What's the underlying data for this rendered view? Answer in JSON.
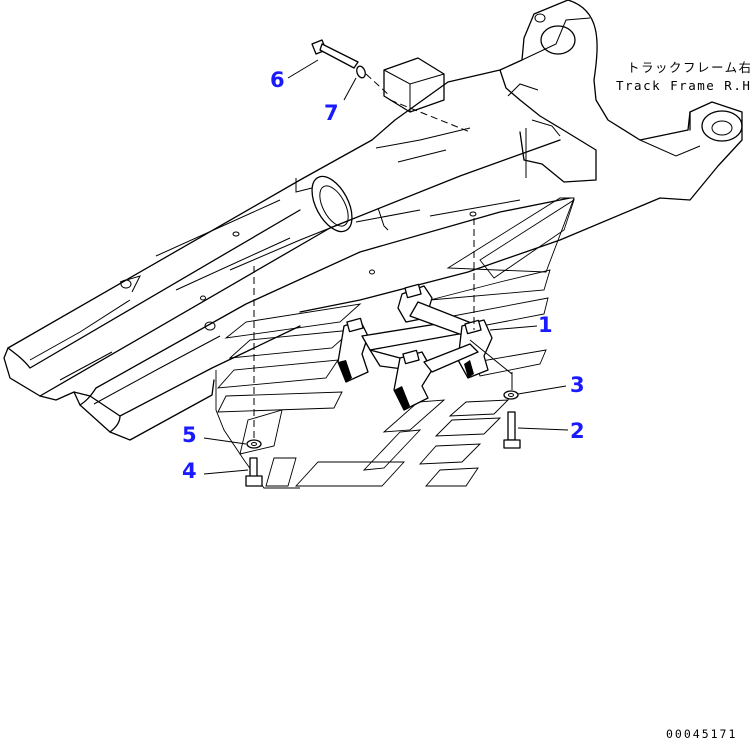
{
  "diagram": {
    "frame_note": {
      "line1": "トラックフレーム右",
      "line2": "Track Frame R.H."
    },
    "parts": [
      {
        "id": "part-1",
        "label": "1"
      },
      {
        "id": "part-2",
        "label": "2"
      },
      {
        "id": "part-3",
        "label": "3"
      },
      {
        "id": "part-4",
        "label": "4"
      },
      {
        "id": "part-5",
        "label": "5"
      },
      {
        "id": "part-6",
        "label": "6"
      },
      {
        "id": "part-7",
        "label": "7"
      }
    ],
    "drawing_code": "00045171",
    "colors": {
      "callout": "#1a1aff",
      "line": "#000000",
      "background": "#ffffff"
    }
  }
}
